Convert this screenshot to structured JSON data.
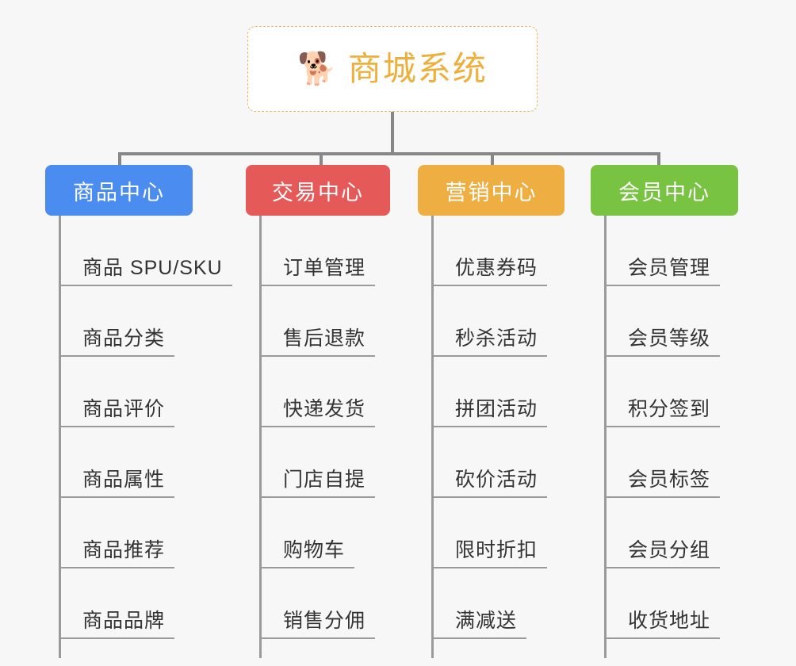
{
  "diagram": {
    "title": "商城系统",
    "root": {
      "icon": "shiba-inu-dog-face-icon",
      "glyph": "🐕",
      "label": "商城系统",
      "text_color": "#eeb03c",
      "border_color": "#e8b860",
      "background": "#ffffff"
    },
    "background": "#f7f7f7",
    "connector_color": "#878787",
    "branches": [
      {
        "label": "商品中心",
        "color": "#4a8cf0",
        "items": [
          "商品 SPU/SKU",
          "商品分类",
          "商品评价",
          "商品属性",
          "商品推荐",
          "商品品牌"
        ]
      },
      {
        "label": "交易中心",
        "color": "#e55a58",
        "items": [
          "订单管理",
          "售后退款",
          "快递发货",
          "门店自提",
          "购物车",
          "销售分佣"
        ]
      },
      {
        "label": "营销中心",
        "color": "#eeae42",
        "items": [
          "优惠券码",
          "秒杀活动",
          "拼团活动",
          "砍价活动",
          "限时折扣",
          "满减送"
        ]
      },
      {
        "label": "会员中心",
        "color": "#79c343",
        "items": [
          "会员管理",
          "会员等级",
          "积分签到",
          "会员标签",
          "会员分组",
          "收货地址"
        ]
      }
    ]
  }
}
